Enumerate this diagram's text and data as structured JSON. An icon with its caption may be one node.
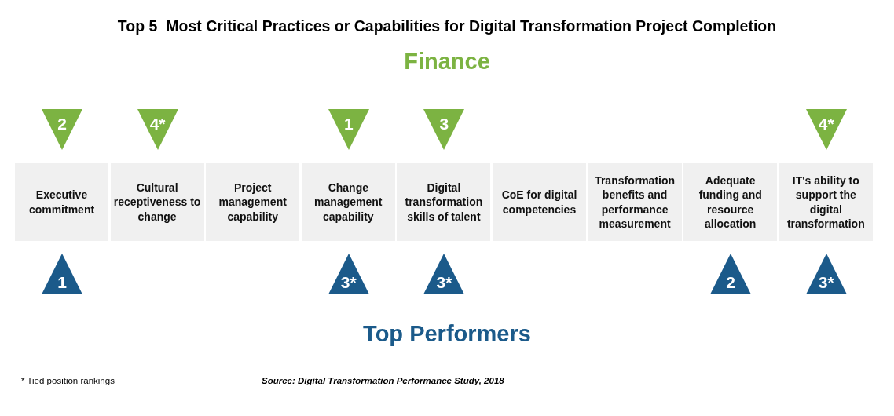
{
  "diagram": {
    "title": "Top 5  Most Critical Practices or Capabilities for Digital Transformation Project Completion",
    "nodes": [
      {
        "text": [
          "2"
        ]
      },
      {
        "text": [
          "4*"
        ]
      },
      {
        "text": [
          "1"
        ]
      },
      {
        "text": [
          "3"
        ]
      },
      {
        "text": [
          "4*"
        ]
      },
      {
        "text": [
          "Executive commitment"
        ]
      },
      {
        "text": [
          "Cultural receptiveness to change"
        ]
      },
      {
        "text": [
          "Project management capability"
        ]
      },
      {
        "text": [
          "Change management capability"
        ]
      },
      {
        "text": [
          "Digital transformation skills of talent"
        ]
      },
      {
        "text": [
          "CoE for digital competencies"
        ]
      },
      {
        "text": [
          "Transformation benefits and performance measurement"
        ]
      },
      {
        "text": [
          "Adequate funding and resource allocation"
        ]
      },
      {
        "text": [
          "IT's ability to support the digital transformation"
        ]
      },
      {
        "text": [
          "1"
        ]
      },
      {
        "text": [
          "3*"
        ]
      },
      {
        "text": [
          "3*"
        ]
      },
      {
        "text": [
          "2"
        ]
      },
      {
        "text": [
          "3*"
        ]
      }
    ],
    "labels": [
      "Finance",
      "Top Performers",
      "* Tied position rankings",
      "Source: Digital Transformation Performance Study, 2018"
    ]
  }
}
